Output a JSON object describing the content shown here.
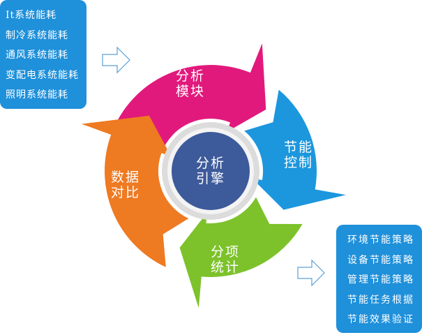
{
  "left_box": {
    "items": [
      "It系统能耗",
      "制冷系统能耗",
      "通风系统能耗",
      "变配电系统能耗",
      "照明系统能耗"
    ]
  },
  "right_box": {
    "items": [
      "环境节能策略",
      "设备节能策略",
      "管理节能策略",
      "节能任务根据",
      "节能效果验证"
    ]
  },
  "cycle": {
    "center": {
      "line1": "分析",
      "line2": "引擎",
      "color": "#3d5a9b"
    },
    "segments": [
      {
        "line1": "分析",
        "line2": "模块",
        "color": "#e2197c"
      },
      {
        "line1": "节能",
        "line2": "控制",
        "color": "#1c97dd"
      },
      {
        "line1": "分项",
        "line2": "统计",
        "color": "#7dc22b"
      },
      {
        "line1": "数据",
        "line2": "对比",
        "color": "#ee7a22"
      }
    ]
  },
  "arrow_icon": "hollow-right-arrow-icon"
}
